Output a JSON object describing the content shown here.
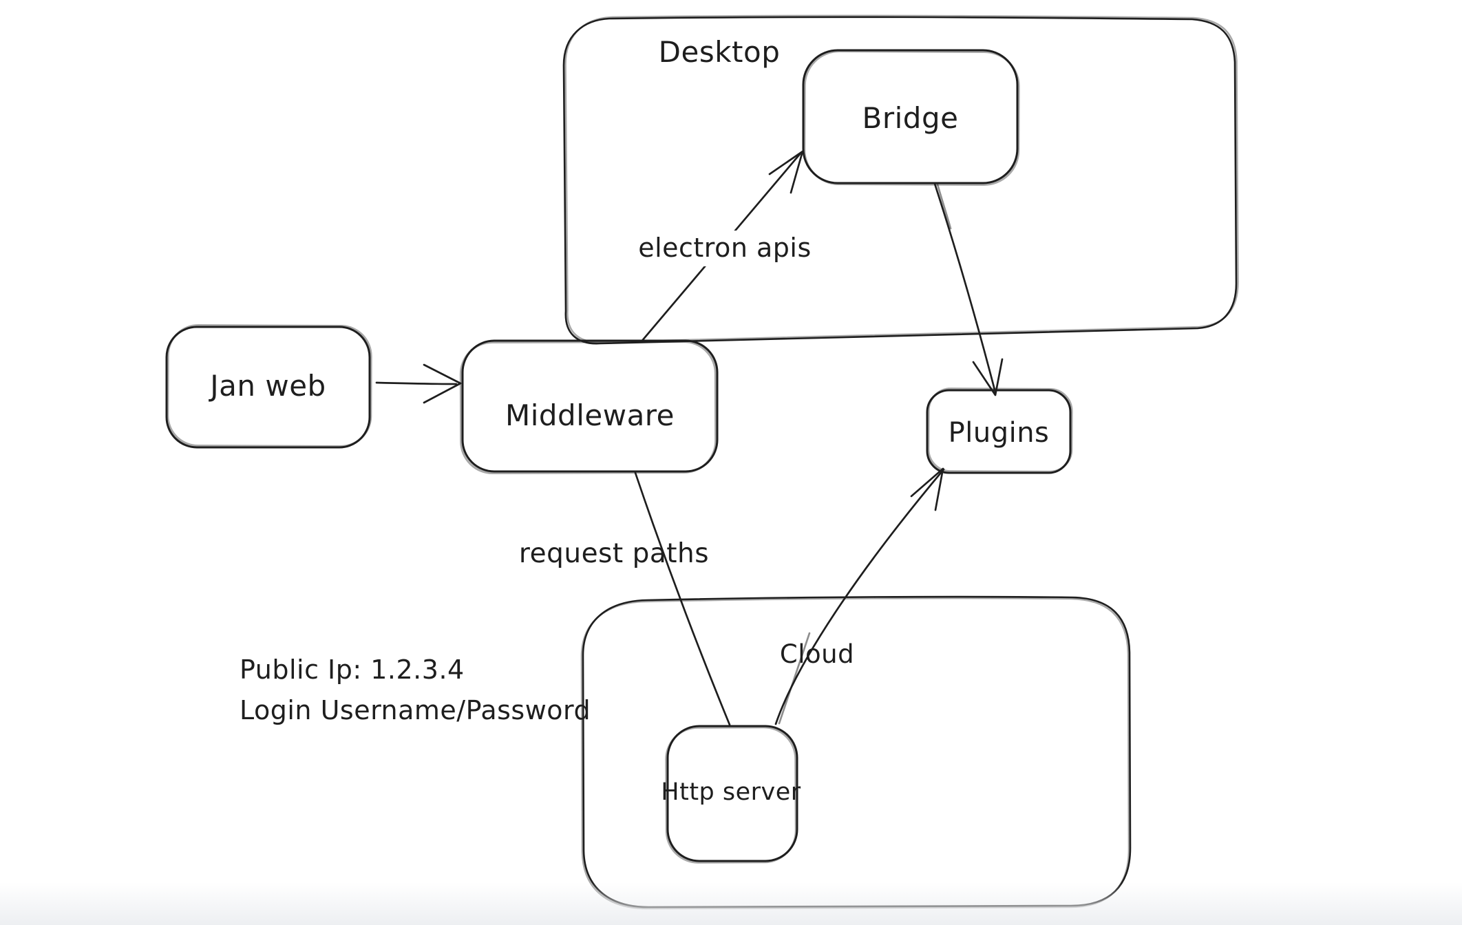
{
  "colors": {
    "stroke": "#1e1e1e",
    "background": "#ffffff",
    "bottom_fade": "#edeff2"
  },
  "containers": [
    {
      "id": "desktop",
      "label": "Desktop"
    },
    {
      "id": "cloud",
      "label": "Cloud"
    }
  ],
  "nodes": [
    {
      "id": "jan-web",
      "label": "Jan web"
    },
    {
      "id": "middleware",
      "label": "Middleware"
    },
    {
      "id": "bridge",
      "label": "Bridge"
    },
    {
      "id": "plugins",
      "label": "Plugins"
    },
    {
      "id": "http-server",
      "label": "Http server"
    }
  ],
  "edges": [
    {
      "id": "jan-web-to-middleware",
      "from": "jan-web",
      "to": "middleware",
      "label": "",
      "arrowhead": true
    },
    {
      "id": "middleware-to-bridge",
      "from": "middleware",
      "to": "bridge",
      "label": "electron apis",
      "arrowhead": true
    },
    {
      "id": "bridge-to-plugins",
      "from": "bridge",
      "to": "plugins",
      "label": "",
      "arrowhead": true
    },
    {
      "id": "middleware-to-http-server",
      "from": "middleware",
      "to": "http-server",
      "label": "request paths",
      "arrowhead": false
    },
    {
      "id": "http-server-to-plugins",
      "from": "http-server",
      "to": "plugins",
      "label": "",
      "arrowhead": true
    }
  ],
  "annotations": [
    {
      "id": "public-ip",
      "text": "Public Ip: 1.2.3.4"
    },
    {
      "id": "login",
      "text": "Login Username/Password"
    }
  ]
}
